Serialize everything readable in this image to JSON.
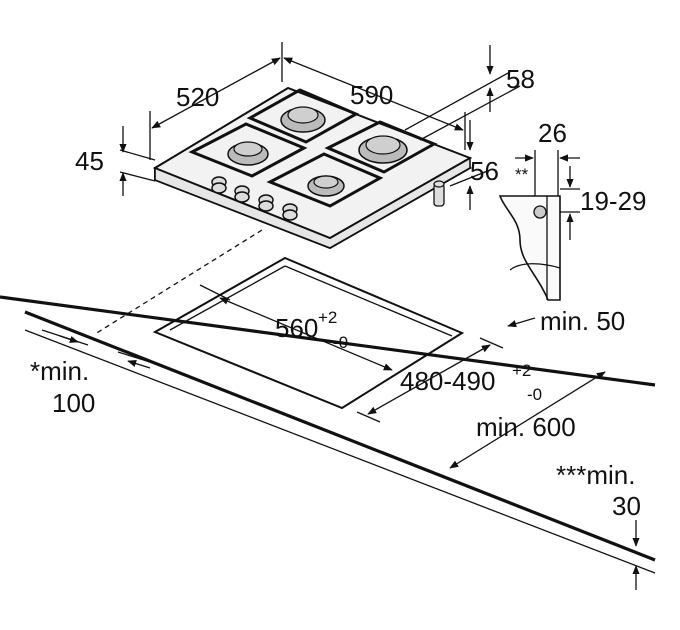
{
  "dimensions": {
    "width": "590",
    "depth": "520",
    "top_clearance": "58",
    "height": "45",
    "depth_side": "56",
    "bracket_width": "26",
    "bracket_height": "19-29",
    "double_star": "**",
    "cutout_width": "560",
    "cutout_width_tol_plus": "+2",
    "cutout_width_tol_minus": "-0",
    "cutout_depth": "480-490",
    "cutout_depth_tol_plus": "+2",
    "cutout_depth_tol_minus": "-0",
    "min_back": "min. 50",
    "min_counter_depth": "min. 600",
    "front_min_label": "*min.",
    "front_min_value": "100",
    "thickness_min_label": "***min.",
    "thickness_min_value": "30"
  },
  "colors": {
    "ink": "#111111",
    "background": "#ffffff",
    "hob_top": "#f2f2f2",
    "burner_cap": "#cfcfcf"
  }
}
